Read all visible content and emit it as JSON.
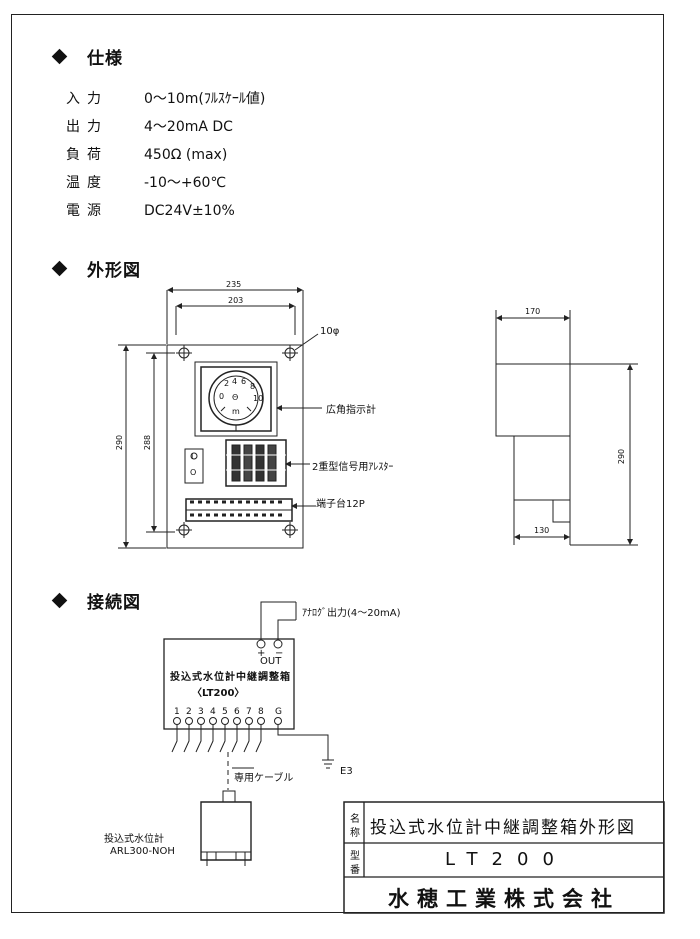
{
  "sections": {
    "spec": {
      "header": "仕様"
    },
    "outline": {
      "header": "外形図"
    },
    "wiring": {
      "header": "接続図"
    }
  },
  "spec_rows": [
    {
      "label": "入力",
      "value": "0〜10m(ﾌﾙｽｹｰﾙ値)"
    },
    {
      "label": "出力",
      "value": "4〜20mA  DC"
    },
    {
      "label": "負荷",
      "value": "450Ω  (max)"
    },
    {
      "label": "温度",
      "value": "-10〜+60℃"
    },
    {
      "label": "電源",
      "value": "DC24V±10%"
    }
  ],
  "outline": {
    "dim_235": "235",
    "dim_203": "203",
    "dim_290_left": "290",
    "dim_288": "288",
    "hole": "10φ",
    "label_meter": "広角指示計",
    "label_arrester": "2重型信号用ｱﾚｽﾀｰ",
    "label_terminal": "端子台12P",
    "meter_digits": [
      "2",
      "4",
      "6",
      "8",
      "0",
      "10"
    ],
    "meter_center": "Θ",
    "meter_unit": "m",
    "switch_on": "I",
    "switch_off": "O",
    "dim_170": "170",
    "dim_290_right": "290",
    "dim_130": "130"
  },
  "wiring": {
    "output_label": "ｱﾅﾛｸﾞ出力(4〜20mA)",
    "out": "OUT",
    "plus": "+",
    "minus": "−",
    "box_title": "投込式水位計中継調整箱",
    "box_model": "〈LT200〉",
    "terminals": [
      "1",
      "2",
      "3",
      "4",
      "5",
      "6",
      "7",
      "8"
    ],
    "ground": "G",
    "earth": "E3",
    "cable": "専用ケーブル",
    "sensor_name": "投込式水位計",
    "sensor_model": "ARL300-NOH"
  },
  "title_block": {
    "name_label_1": "名",
    "name_label_2": "称",
    "name": "投込式水位計中継調整箱外形図",
    "model_label_1": "型",
    "model_label_2": "番",
    "model": "LT200",
    "company": "水穂工業株式会社"
  }
}
